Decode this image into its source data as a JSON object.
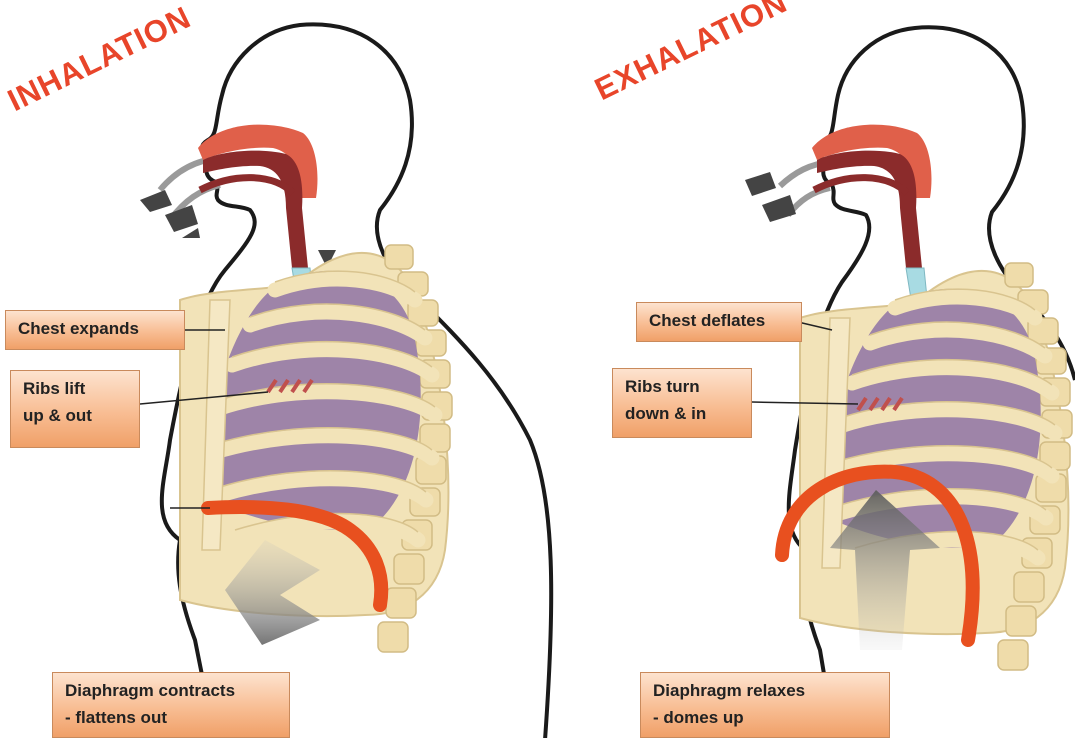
{
  "panels": [
    {
      "title": "INHALATION",
      "chest_label": "Chest expands",
      "ribs_label": [
        "Ribs lift",
        "up & out"
      ],
      "diaphragm_label": [
        "Diaphragm contracts",
        "- flattens out"
      ]
    },
    {
      "title": "EXHALATION",
      "chest_label": "Chest deflates",
      "ribs_label": [
        "Ribs turn",
        "down & in"
      ],
      "diaphragm_label": [
        "Diaphragm relaxes",
        "- domes up"
      ]
    }
  ],
  "colors": {
    "title": "#e8452a",
    "callout_fill": "#f8bd93",
    "airway_upper": "#e0604a",
    "airway_dark": "#8b2b2b",
    "trachea": "#a8dbe3",
    "lung": "#9e84a8",
    "bone": "#f2e3b8",
    "diaphragm": "#e8501f",
    "body_outline": "#1a1a1a"
  }
}
